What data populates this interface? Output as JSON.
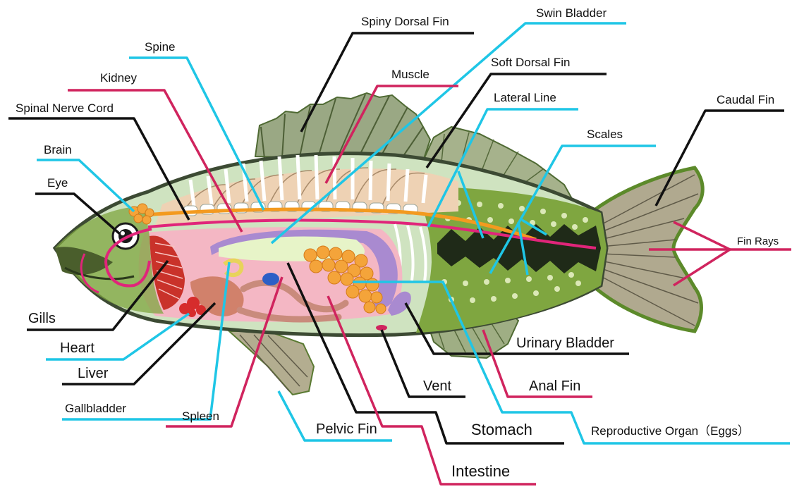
{
  "colors": {
    "leader_black": "#111111",
    "leader_cyan": "#1fc6e6",
    "leader_magenta": "#d0245e"
  },
  "labels": {
    "spiny_dorsal_fin": "Spiny Dorsal Fin",
    "swim_bladder": "Swin Bladder",
    "spine": "Spine",
    "soft_dorsal_fin": "Soft Dorsal Fin",
    "kidney": "Kidney",
    "muscle": "Muscle",
    "lateral_line": "Lateral Line",
    "spinal_nerve_cord": "Spinal Nerve Cord",
    "caudal_fin": "Caudal Fin",
    "scales": "Scales",
    "brain": "Brain",
    "eye": "Eye",
    "fin_rays": "Fin Rays",
    "gills": "Gills",
    "heart": "Heart",
    "liver": "Liver",
    "urinary_bladder": "Urinary Bladder",
    "gallbladder": "Gallbladder",
    "vent": "Vent",
    "anal_fin": "Anal Fin",
    "spleen": "Spleen",
    "pelvic_fin": "Pelvic Fin",
    "stomach": "Stomach",
    "reproductive_organ": "Reproductive Organ（Eggs）",
    "intestine": "Intestine"
  }
}
